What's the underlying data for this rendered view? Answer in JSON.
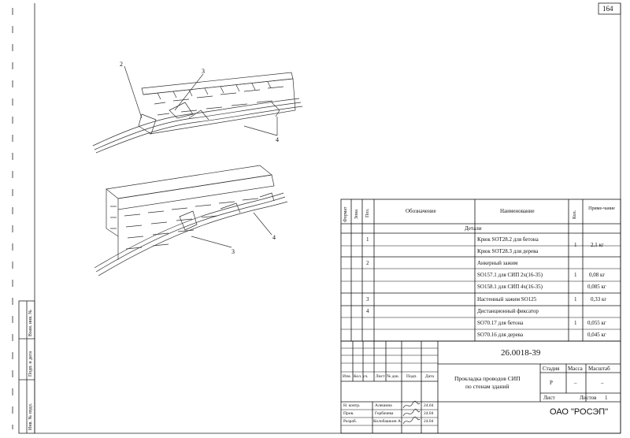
{
  "sheet_number": "164",
  "callouts": {
    "c2": "2",
    "c3": "3",
    "c4": "4",
    "c3b": "3",
    "c4b": "4"
  },
  "left_strip": {
    "inv_podl": "Инв. № подл.",
    "podp_data": "Подп. и дата",
    "vzam_inv": "Взам. инв. №"
  },
  "spec": {
    "headers": {
      "format": "Формат",
      "zona": "Зона",
      "poz": "Поз.",
      "oboznachenie": "Обозначение",
      "naimenovanie": "Наименование",
      "kol": "Кол.",
      "primechanie": "Приме-чание"
    },
    "section": "Детали",
    "rows": [
      {
        "poz": "1",
        "name": "Крюк SOT28.2 для бетона",
        "kol": "1",
        "prim": "2,1 кг"
      },
      {
        "poz": "",
        "name": "Крюк SOT28.3 для дерева",
        "kol": "",
        "prim": ""
      },
      {
        "poz": "2",
        "name": "Анкерный зажим",
        "kol": "",
        "prim": ""
      },
      {
        "poz": "",
        "name": "SO157.1 для СИП 2х(16-35)",
        "kol": "1",
        "prim": "0,08 кг"
      },
      {
        "poz": "",
        "name": "SO158.1 для СИП 4х(16-35)",
        "kol": "",
        "prim": "0,085 кг"
      },
      {
        "poz": "3",
        "name": "Настенный зажим SO125",
        "kol": "1",
        "prim": "0,33 кг"
      },
      {
        "poz": "4",
        "name": "Дистанционный фиксатор",
        "kol": "",
        "prim": ""
      },
      {
        "poz": "",
        "name": "SO70.17 для бетона",
        "kol": "1",
        "prim": "0,055 кг"
      },
      {
        "poz": "",
        "name": "SO70.16 для дерева",
        "kol": "",
        "prim": "0,045 кг"
      }
    ]
  },
  "title_block": {
    "doc_code": "26.0018-39",
    "title_line1": "Прокладка проводов СИП",
    "title_line2": "по стенам зданий",
    "stadiya_h": "Стадия",
    "massa_h": "Масса",
    "masshtab_h": "Масштаб",
    "stadiya": "Р",
    "massa": "–",
    "masshtab": "–",
    "list": "Лист",
    "listov": "Листов",
    "listov_val": "1",
    "org": "ОАО \"РОСЭП\"",
    "cols": {
      "izm": "Изм.",
      "kol_uch": "Кол. уч.",
      "list": "Лист",
      "ndok": "№ док.",
      "podp": "Подп.",
      "data": "Дата"
    },
    "roles": [
      {
        "role": "Н. контр.",
        "name": "Алешина",
        "date": "24.04"
      },
      {
        "role": "Пров.",
        "name": "Горбачева",
        "date": "24.04"
      },
      {
        "role": "Разраб.",
        "name": "Колобашкин А.",
        "date": "24.04"
      }
    ]
  }
}
